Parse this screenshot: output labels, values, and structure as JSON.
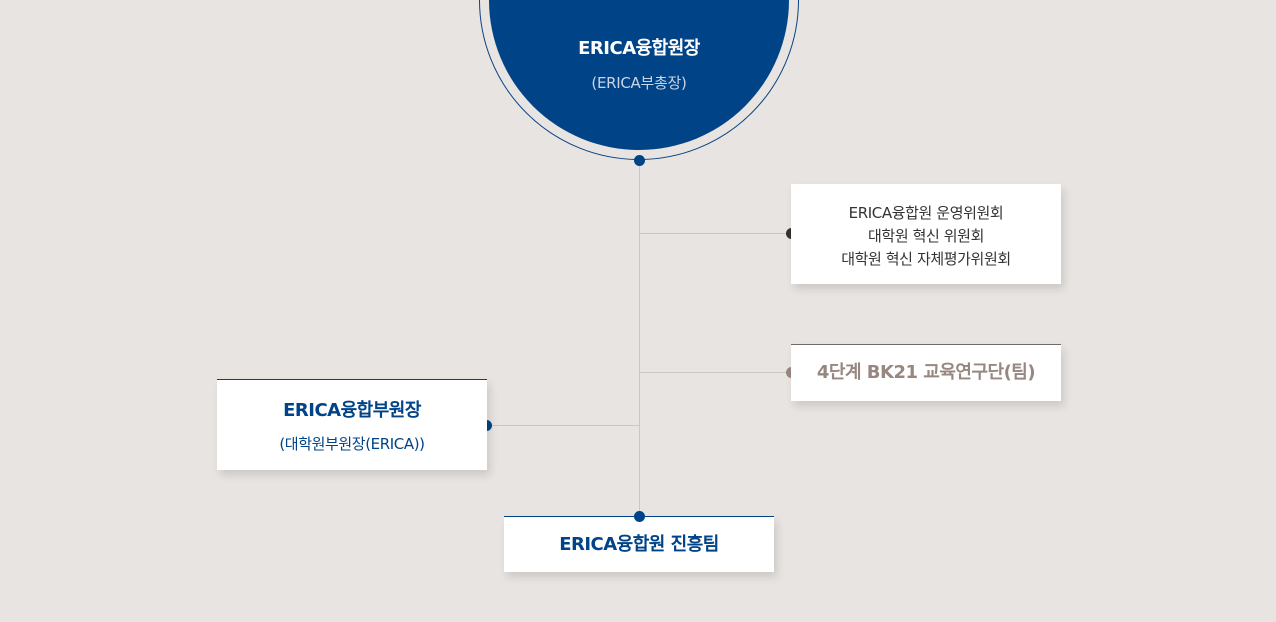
{
  "top_node": {
    "title": "ERICA융합원장",
    "subtitle": "(ERICA부총장)"
  },
  "committee_node": {
    "lines": [
      "ERICA융합원 운영위원회",
      "대학원 혁신 위원회",
      "대학원 혁신 자체평가위원회"
    ]
  },
  "bk21_node": {
    "title": "4단계 BK21 교육연구단(팀)"
  },
  "vice_node": {
    "title": "ERICA융합부원장",
    "subtitle": "(대학원부원장(ERICA))"
  },
  "team_node": {
    "title": "ERICA융합원 진흥팀"
  },
  "colors": {
    "background": "#e8e4e1",
    "primary_blue": "#004387",
    "line_gray": "#c8c8c8",
    "bk21_taupe": "#968780",
    "committee_dot": "#333333"
  }
}
